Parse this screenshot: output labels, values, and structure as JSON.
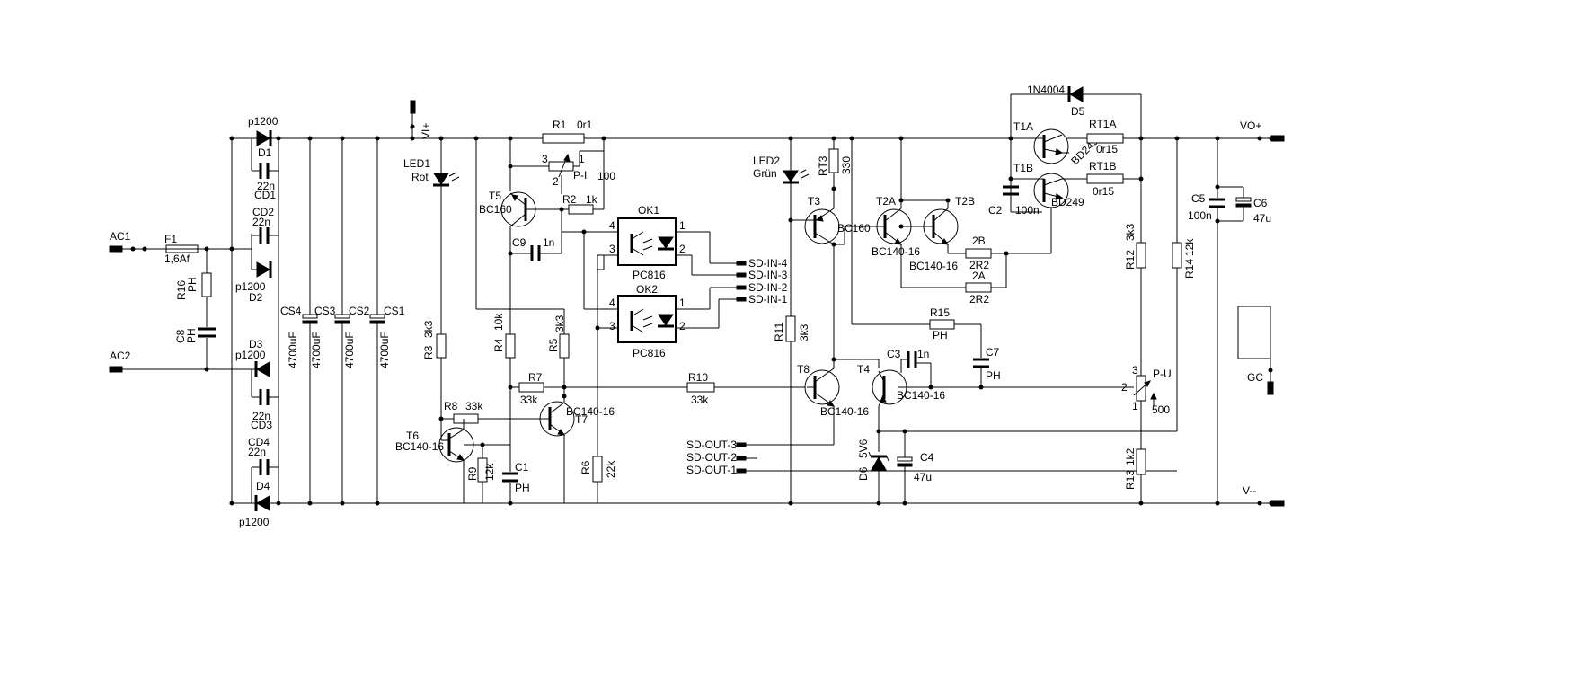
{
  "ac_inputs": {
    "ac1": "AC1",
    "ac2": "AC2"
  },
  "fuse": {
    "ref": "F1",
    "value": "1,6Af"
  },
  "rc_snubber": {
    "r_ref": "R16",
    "r_value": "PH",
    "c_ref": "C8",
    "c_value": "PH"
  },
  "bridge": {
    "d1": "D1",
    "d2": "D2",
    "d3": "D3",
    "d4": "D4",
    "diode_value": "p1200",
    "cd1": "CD1",
    "cd2": "CD2",
    "cd3": "CD3",
    "cd4": "CD4",
    "cd_value": "22n"
  },
  "filter_caps": {
    "cs4": "CS4",
    "cs3": "CS3",
    "cs2": "CS2",
    "cs1": "CS1",
    "value": "4700uF"
  },
  "rails": {
    "vi_plus": "VI+",
    "vo_plus": "VO+",
    "v_minus": "V--",
    "gc": "GC"
  },
  "led1": {
    "ref": "LED1",
    "color": "Rot"
  },
  "led2": {
    "ref": "LED2",
    "color": "Grün"
  },
  "r1": {
    "ref": "R1",
    "value": "0r1"
  },
  "p_i": {
    "ref": "P-I",
    "value": "100",
    "pin1": "1",
    "pin2": "2",
    "pin3": "3"
  },
  "r2": {
    "ref": "R2",
    "value": "1k"
  },
  "t5": {
    "ref": "T5",
    "type": "BC160"
  },
  "c9": {
    "ref": "C9",
    "value": "1n"
  },
  "ok1": {
    "ref": "OK1",
    "type": "PC816",
    "pin1": "1",
    "pin2": "2",
    "pin3": "3",
    "pin4": "4"
  },
  "ok2": {
    "ref": "OK2",
    "type": "PC816",
    "pin1": "1",
    "pin2": "2",
    "pin3": "3",
    "pin4": "4"
  },
  "sd_in": [
    "SD-IN-4",
    "SD-IN-3",
    "SD-IN-2",
    "SD-IN-1"
  ],
  "sd_out": [
    "SD-OUT-3",
    "SD-OUT-2",
    "SD-OUT-1"
  ],
  "r3": {
    "ref": "R3",
    "value": "3k3"
  },
  "r4": {
    "ref": "R4",
    "value": "10k"
  },
  "r5": {
    "ref": "R5",
    "value": "3k3"
  },
  "r6": {
    "ref": "R6",
    "value": "22k"
  },
  "r7": {
    "ref": "R7",
    "value": "33k"
  },
  "r8": {
    "ref": "R8",
    "value": "33k"
  },
  "r9": {
    "ref": "R9",
    "value": "12k"
  },
  "r10": {
    "ref": "R10",
    "value": "33k"
  },
  "r11": {
    "ref": "R11",
    "value": "3k3"
  },
  "r12": {
    "ref": "R12",
    "value": "3k3"
  },
  "r13": {
    "ref": "R13",
    "value": "1k2"
  },
  "r14": {
    "ref": "R14",
    "value": "12k"
  },
  "r15": {
    "ref": "R15",
    "value": "PH"
  },
  "rt3": {
    "ref": "RT3",
    "value": "330"
  },
  "c1": {
    "ref": "C1",
    "value": "PH"
  },
  "c2": {
    "ref": "C2",
    "value": "100n"
  },
  "c3": {
    "ref": "C3",
    "value": "1n"
  },
  "c4": {
    "ref": "C4",
    "value": "47u"
  },
  "c5": {
    "ref": "C5",
    "value": "100n"
  },
  "c6": {
    "ref": "C6",
    "value": "47u"
  },
  "c7": {
    "ref": "C7",
    "value": "PH"
  },
  "t6": {
    "ref": "T6",
    "type": "BC140-16"
  },
  "t7": {
    "ref": "T7",
    "type": "BC140-16"
  },
  "t3": {
    "ref": "T3",
    "type": "BC160"
  },
  "t8": {
    "ref": "T8",
    "type": "BC140-16"
  },
  "t4": {
    "ref": "T4",
    "type": "BC140-16"
  },
  "t2a": {
    "ref": "T2A",
    "type": "BC140-16"
  },
  "t2b": {
    "ref": "T2B",
    "type": "BC140-16"
  },
  "r_2a": {
    "ref": "2A",
    "value": "2R2"
  },
  "r_2b": {
    "ref": "2B",
    "value": "2R2"
  },
  "d6": {
    "ref": "D6",
    "value": "5V6"
  },
  "d5": {
    "ref": "D5",
    "type": "1N4004"
  },
  "t1a": {
    "ref": "T1A",
    "type": "BD249"
  },
  "t1b": {
    "ref": "T1B",
    "type": "BD249"
  },
  "rt1a": {
    "ref": "RT1A",
    "value": "0r15"
  },
  "rt1b": {
    "ref": "RT1B",
    "value": "0r15"
  },
  "p_u": {
    "ref": "P-U",
    "value": "500",
    "pin1": "1",
    "pin2": "2",
    "pin3": "3"
  }
}
